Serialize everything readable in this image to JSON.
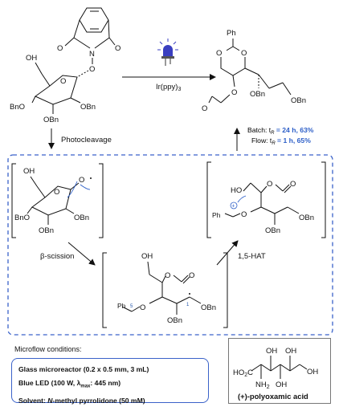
{
  "labels": {
    "ph_top": "Ph",
    "oh": "OH",
    "ho": "HO",
    "obn": "OBn",
    "bno": "BnO",
    "ph": "Ph",
    "o": "O",
    "n": "N",
    "nh2": "NH2",
    "ho2c": "HO2C"
  },
  "arrows": {
    "catalyst": "Ir(ppy)3",
    "photocleavage": "Photocleavage",
    "beta_scission": "β-scission",
    "hat": "1,5-HAT"
  },
  "results": {
    "batch": "Batch: tR = 24 h, 63%",
    "batch_prefix": "Batch: t",
    "batch_sub": "R",
    "batch_value": " = 24 h, 63%",
    "flow": "Flow: tR = 1 h, 65%",
    "flow_prefix": "Flow: t",
    "flow_sub": "R",
    "flow_value": " = 1 h, 65%"
  },
  "atom_numbers": {
    "five": "5",
    "one": "1"
  },
  "conditions": {
    "title": "Microflow conditions:",
    "line1": "Glass microreactor (0.2 x 0.5 mm, 3 mL)",
    "line2": "Blue LED (100 W, λmax: 445 nm)",
    "line2_prefix": "Blue LED (100 W, λ",
    "line2_sub": "max",
    "line2_suffix": ": 445 nm)",
    "line3": "Solvent: N-methyl pyrrolidone (50 mM)",
    "line3_prefix": "Solvent: ",
    "line3_italic": "N",
    "line3_suffix": "-methyl pyrrolidone (50 mM)"
  },
  "product_name": "(+)-polyoxamic acid",
  "colors": {
    "accent": "#2d5fc8",
    "dash_box": "#3a62c9",
    "led": "#3a3fc0"
  }
}
